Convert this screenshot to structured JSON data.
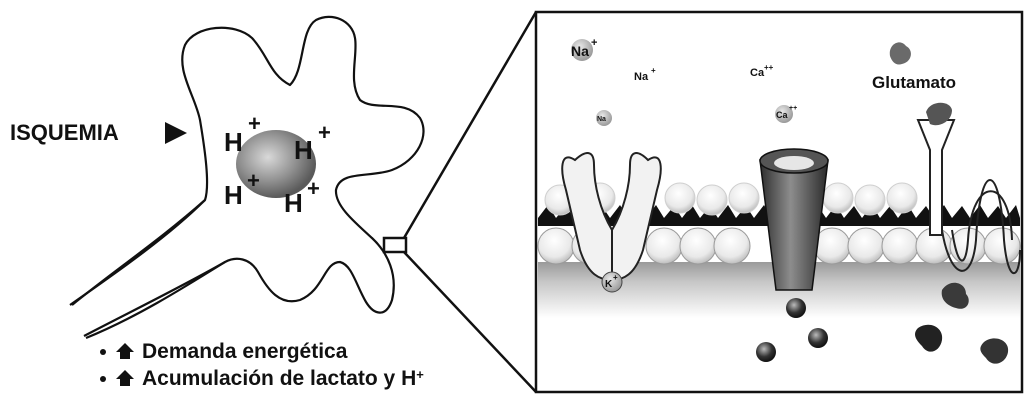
{
  "labels": {
    "isquemia": "ISQUEMIA",
    "proton": "H",
    "plus": "+",
    "na_plus_big": "Na",
    "na_sup": "+",
    "na_small": "Na",
    "na_tiny": "Na",
    "ca_top": "Ca",
    "ca_sup": "++",
    "ca_mid": "Ca",
    "glutamato": "Glutamato",
    "k_ion": "K",
    "k_sup": "+"
  },
  "bullets": {
    "item1": "Demanda energética",
    "item2": "Acumulación de lactato y H",
    "item2_sup": "+"
  },
  "icons": {
    "arrow": "triangle-right-icon",
    "up": "up-arrow-icon"
  },
  "colors": {
    "ink": "#111111",
    "membrane_gray": "#bdbdbd",
    "nucleus": "#8a8a8a"
  }
}
